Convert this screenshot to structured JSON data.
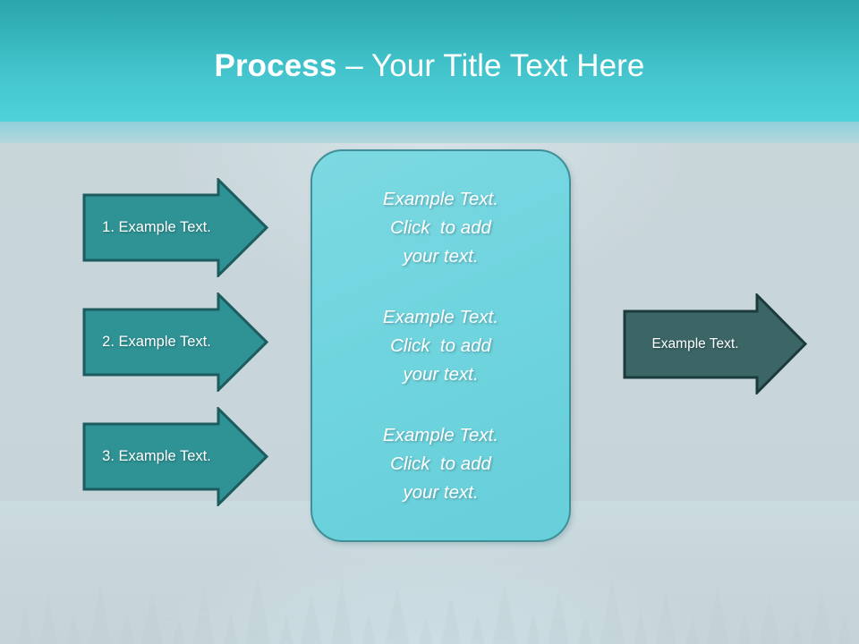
{
  "slide": {
    "title": {
      "strong": "Process",
      "light": " – Your Title Text Here"
    },
    "background": {
      "base_color": "#c8d6db",
      "header_top_color": "#2aa7ab",
      "header_bottom_color": "#4fd2da",
      "strip_color": "#9fd3dc",
      "watermark": "forest-treeline-watermark"
    }
  },
  "input_arrows": [
    {
      "label": "1. Example Text.",
      "fill": "#2f9294",
      "stroke": "#1d5c5e"
    },
    {
      "label": "2. Example Text.",
      "fill": "#2f9294",
      "stroke": "#1d5c5e"
    },
    {
      "label": "3. Example Text.",
      "fill": "#2f9294",
      "stroke": "#1d5c5e"
    }
  ],
  "center_panel": {
    "fill": "#70d4de",
    "stroke": "#3f8f98",
    "blocks": [
      "Example Text.\nClick  to add\nyour text.",
      "Example Text.\nClick  to add\nyour text.",
      "Example Text.\nClick  to add\nyour text."
    ]
  },
  "output_arrow": {
    "label": "Example Text.",
    "fill": "#3c6566",
    "stroke": "#1b3a3c"
  }
}
